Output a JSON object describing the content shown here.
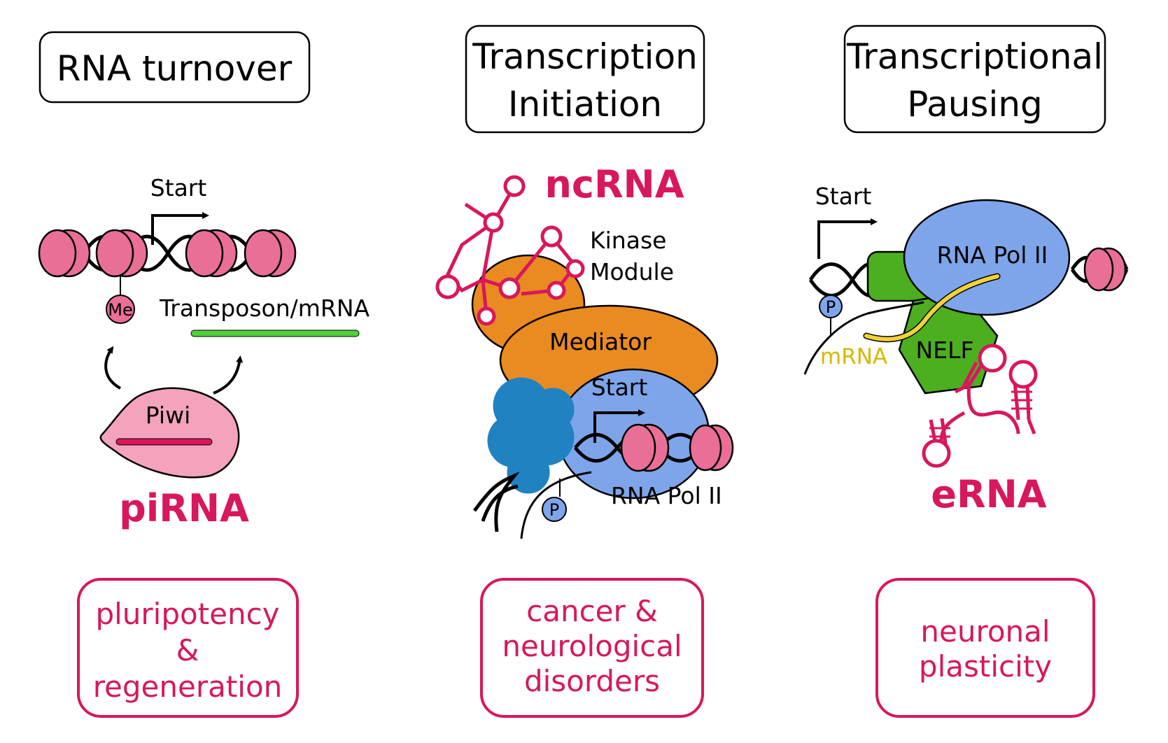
{
  "colors": {
    "accent": "#d8175c",
    "nucleosome": "#ea6f96",
    "piwi": "#f4a3bc",
    "orange": "#e98b20",
    "blue_light": "#7ea5ea",
    "blue_dark": "#2182c2",
    "green": "#4caf1f",
    "bright_green": "#4fd13a",
    "yellow": "#f2d23a"
  },
  "panels": [
    {
      "title_lines": [
        "RNA turnover"
      ],
      "rna_name": "piRNA",
      "disease_lines": [
        "pluripotency",
        "&",
        "regeneration"
      ],
      "labels": {
        "start": "Start",
        "me": "Me",
        "transposon": "Transposon/mRNA",
        "piwi": "Piwi"
      }
    },
    {
      "title_lines": [
        "Transcription",
        "Initiation"
      ],
      "rna_name": "ncRNA",
      "disease_lines": [
        "cancer &",
        "neurological",
        "disorders"
      ],
      "labels": {
        "kinase_1": "Kinase",
        "kinase_2": "Module",
        "mediator": "Mediator",
        "start": "Start",
        "pol": "RNA Pol II",
        "p": "P"
      }
    },
    {
      "title_lines": [
        "Transcriptional",
        "Pausing"
      ],
      "rna_name": "eRNA",
      "disease_lines": [
        "neuronal",
        "plasticity"
      ],
      "labels": {
        "start": "Start",
        "pol": "RNA Pol II",
        "p": "P",
        "mrna": "mRNA",
        "nelf": "NELF"
      }
    }
  ]
}
